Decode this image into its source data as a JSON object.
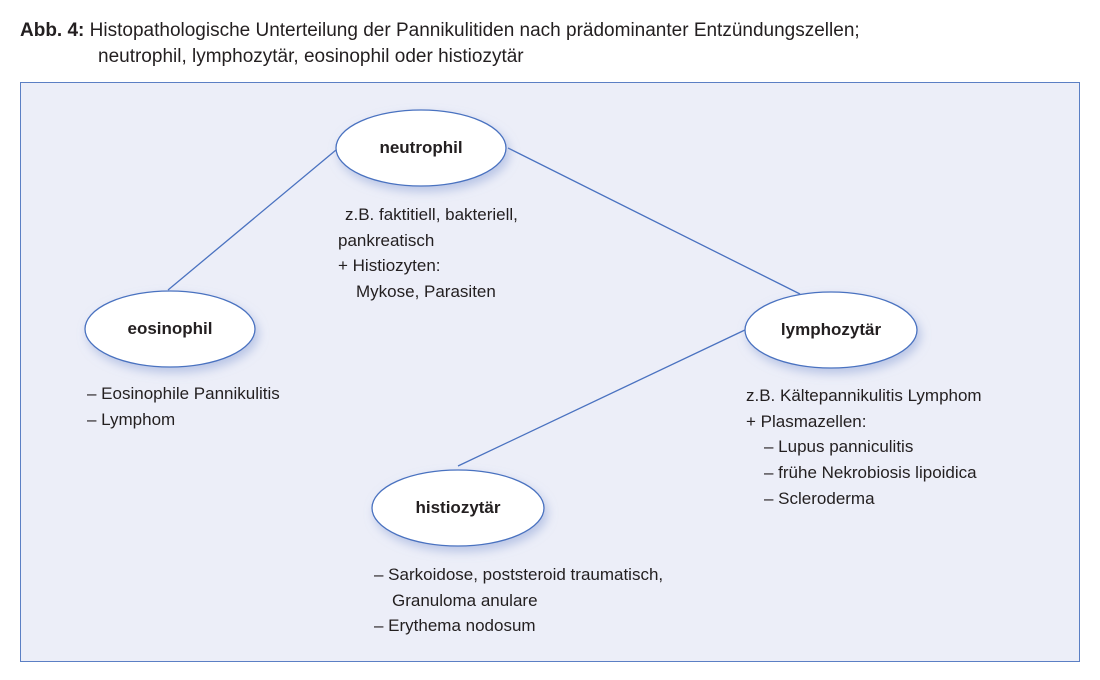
{
  "caption": {
    "label": "Abb. 4:",
    "line1": "Histopathologische Unterteilung der Pannikulitiden nach prädominanter Entzündungszellen;",
    "line2": "neutrophil, lymphozytär, eosinophil oder histiozytär"
  },
  "nodes": {
    "neutrophil": {
      "label": "neutrophil",
      "lines": [
        "z.B. faktitiell, bakteriell,",
        "pankreatisch",
        "+ Histiozyten:",
        "Mykose, Parasiten"
      ]
    },
    "eosinophil": {
      "label": "eosinophil",
      "lines": [
        "– Eosinophile Pannikulitis",
        "– Lymphom"
      ]
    },
    "lymphozytaer": {
      "label": "lymphozytär",
      "lines": [
        "z.B. Kältepannikulitis Lymphom",
        "+ Plasmazellen:",
        "– Lupus panniculitis",
        "– frühe Nekrobiosis lipoidica",
        "– Scleroderma"
      ]
    },
    "histiozytaer": {
      "label": "histiozytär",
      "lines": [
        "– Sarkoidose, poststeroid traumatisch,",
        "Granuloma anulare",
        "– Erythema nodosum"
      ]
    }
  },
  "colors": {
    "frame": "#5b7fc4",
    "background": "#eceef8",
    "line": "#4a72c0"
  }
}
